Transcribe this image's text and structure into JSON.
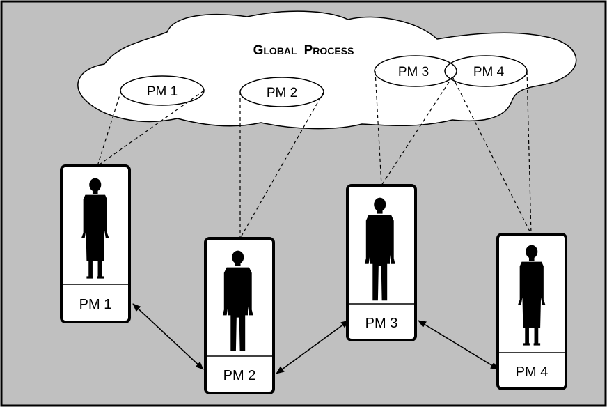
{
  "colors": {
    "background": "#c0c0c0",
    "cloud_fill": "#ffffff",
    "line": "#000000"
  },
  "global_process": {
    "title_initial_1": "G",
    "title_rest_1": "LOBAL",
    "title_initial_2": "P",
    "title_rest_2": "ROCESS",
    "ellipses": [
      {
        "label": "PM 1"
      },
      {
        "label": "PM 2"
      },
      {
        "label": "PM 3"
      },
      {
        "label": "PM 4"
      }
    ]
  },
  "participants": [
    {
      "label": "PM 1",
      "figure": "woman-icon"
    },
    {
      "label": "PM 2",
      "figure": "man-icon"
    },
    {
      "label": "PM 3",
      "figure": "man-icon"
    },
    {
      "label": "PM 4",
      "figure": "woman-icon"
    }
  ]
}
